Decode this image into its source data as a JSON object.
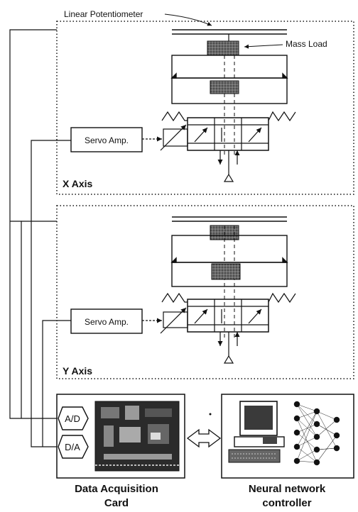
{
  "labels": {
    "linear_potentiometer": "Linear Potentiometer",
    "mass_load": "Mass Load",
    "x_servo_amp": "Servo Amp.",
    "y_servo_amp": "Servo Amp.",
    "x_axis": "X Axis",
    "y_axis": "Y Axis",
    "ad": "A/D",
    "da": "D/A",
    "daq_line1": "Data Acquisition",
    "daq_line2": "Card",
    "nn_line1": "Neural network",
    "nn_line2": "controller"
  },
  "colors": {
    "ink": "#111111",
    "mass_fill": "#5a5a5a",
    "board_fill": "#2b2b2b"
  }
}
